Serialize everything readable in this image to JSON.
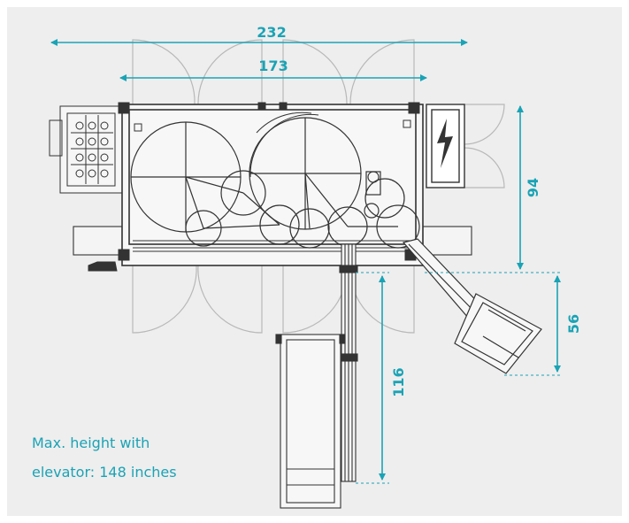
{
  "colors": {
    "accent": "#1aa3b5",
    "line": "#333333",
    "ghost": "#b8b8b8",
    "panel": "#eeeeee"
  },
  "dimensions": {
    "width_total": "232",
    "width_frame": "173",
    "height_frame": "94",
    "hopper_height": "56",
    "conveyor_length": "116"
  },
  "note": {
    "line1": "Max. height with",
    "line2": "elevator: 148 inches"
  },
  "icons": {
    "electrical_cabinet": "lightning-bolt-icon"
  }
}
